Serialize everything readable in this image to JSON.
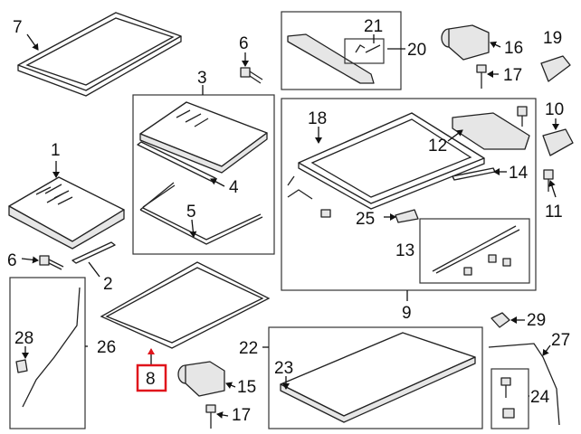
{
  "callouts": {
    "n1": "1",
    "n2": "2",
    "n3": "3",
    "n4": "4",
    "n5": "5",
    "n6a": "6",
    "n6b": "6",
    "n7": "7",
    "n8": "8",
    "n9": "9",
    "n10": "10",
    "n11": "11",
    "n12": "12",
    "n13": "13",
    "n14": "14",
    "n15": "15",
    "n16": "16",
    "n17a": "17",
    "n17b": "17",
    "n18": "18",
    "n19": "19",
    "n20": "20",
    "n21": "21",
    "n22": "22",
    "n23": "23",
    "n24": "24",
    "n25": "25",
    "n26": "26",
    "n27": "27",
    "n28": "28",
    "n29": "29"
  },
  "highlight": {
    "part": "8",
    "color": "#e0141b"
  }
}
